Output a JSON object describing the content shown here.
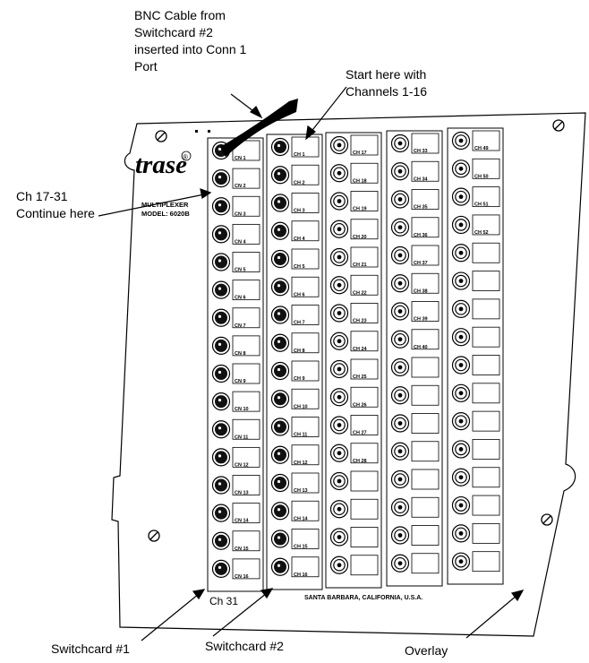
{
  "callouts": {
    "bnc_cable": [
      "BNC Cable from",
      "Switchcard #2",
      "inserted into Conn 1",
      "Port"
    ],
    "start_here": [
      "Start here with",
      "Channels 1-16"
    ],
    "ch17": [
      "Ch 17-31",
      "Continue here"
    ],
    "switchcard1": "Switchcard #1",
    "switchcard2": "Switchcard #2",
    "overlay": "Overlay",
    "ch31": "Ch 31"
  },
  "panel": {
    "logo": "trase",
    "registered_mark": "®",
    "model_line1": "MULTIPLEXER",
    "model_line2": "MODEL: 6020B",
    "footer": "SANTA BARBARA, CALIFORNIA, U.S.A.",
    "port_prefix": "CH",
    "conn_prefix": "CN",
    "col1_labels": [
      "1",
      "2",
      "3",
      "4",
      "5",
      "6",
      "7",
      "8",
      "9",
      "10",
      "11",
      "12",
      "13",
      "14",
      "15",
      "16"
    ],
    "col2_labels": [
      "1",
      "2",
      "3",
      "4",
      "5",
      "6",
      "7",
      "8",
      "9",
      "10",
      "11",
      "12",
      "13",
      "14",
      "15",
      "16"
    ],
    "col3_labels": [
      "17",
      "18",
      "19",
      "20",
      "21",
      "22",
      "23",
      "24",
      "25",
      "26",
      "27",
      "28"
    ],
    "col4_labels": [
      "33",
      "34",
      "35",
      "36",
      "37",
      "38",
      "39",
      "40"
    ],
    "col5_labels": [
      "49",
      "50",
      "51",
      "52"
    ]
  }
}
